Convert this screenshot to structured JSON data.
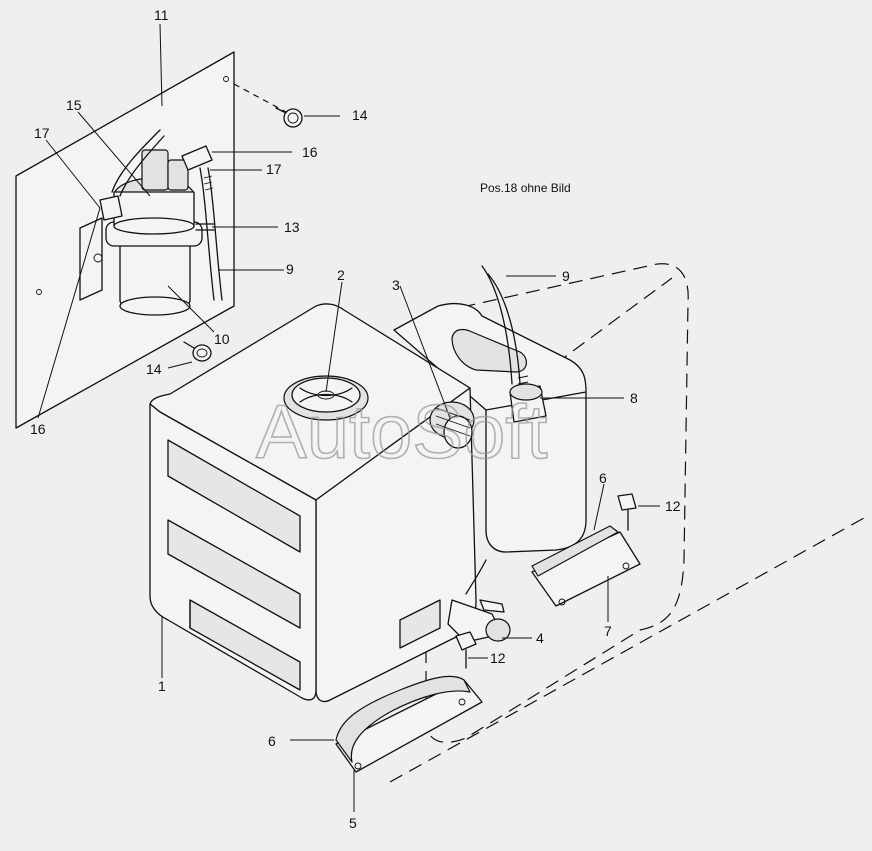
{
  "note": "Pos.18 ohne Bild",
  "watermark": "AutoSoft",
  "callouts": [
    "1",
    "2",
    "3",
    "4",
    "5",
    "6",
    "6",
    "7",
    "8",
    "9",
    "9",
    "10",
    "11",
    "12",
    "12",
    "13",
    "14",
    "14",
    "15",
    "16",
    "16",
    "17",
    "17"
  ]
}
